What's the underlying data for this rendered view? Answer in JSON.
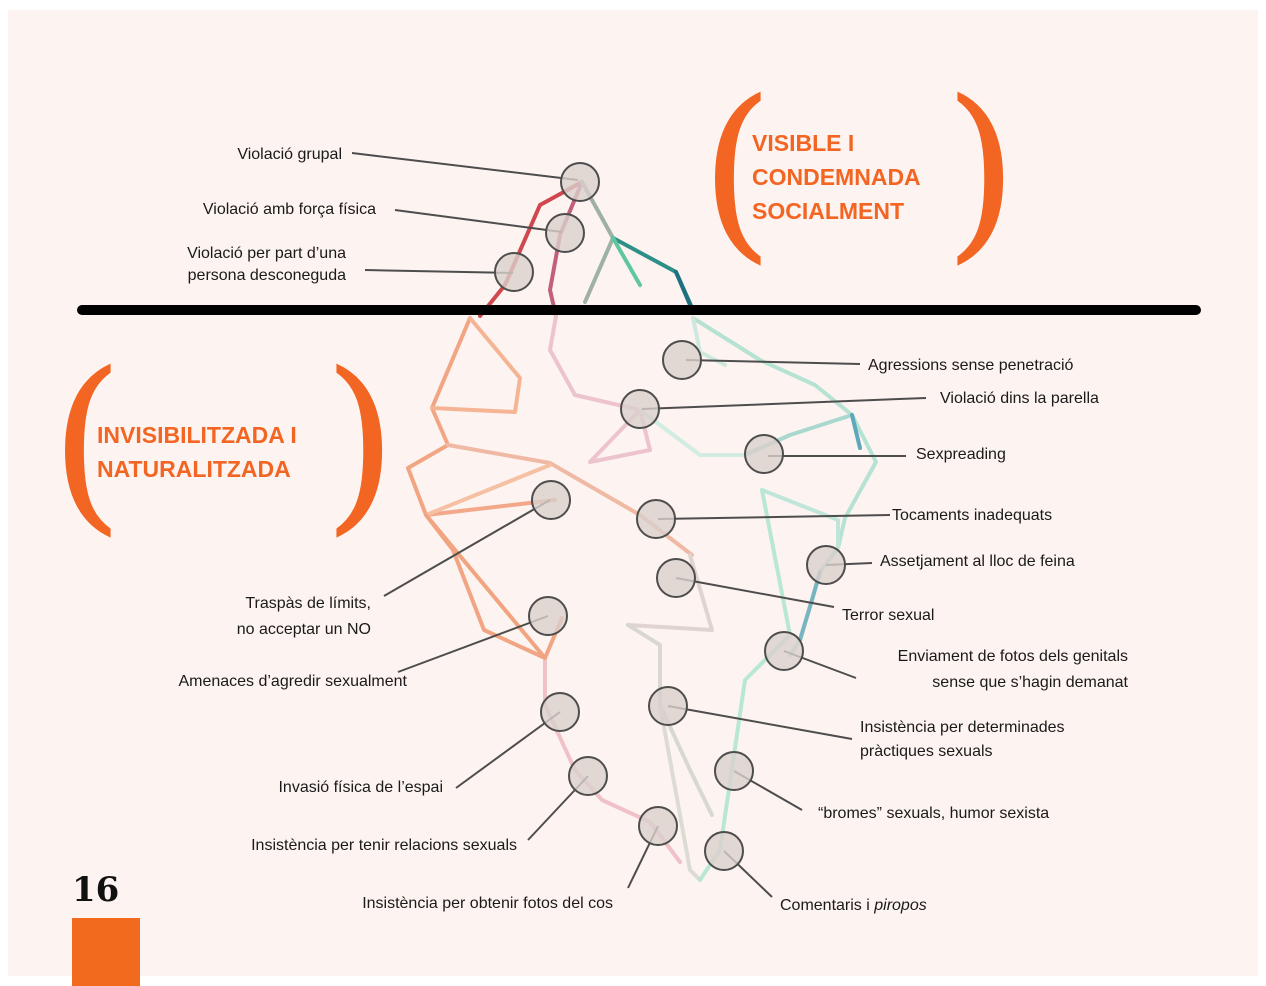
{
  "headings": {
    "visible": [
      "VISIBLE I",
      "CONDEMNADA",
      "SOCIALMENT"
    ],
    "invisible": [
      "INVISIBILITZADA I",
      "NATURALITZADA"
    ]
  },
  "labels": {
    "violacio_grupal": [
      "Violació grupal"
    ],
    "violacio_forca": [
      "Violació amb força física"
    ],
    "violacio_desconeguda": [
      "Violació per part d’una",
      "persona desconeguda"
    ],
    "agressions": [
      "Agressions sense penetració"
    ],
    "violacio_parella": [
      "Violació dins la parella"
    ],
    "sexpreading": [
      "Sexpreading"
    ],
    "tocaments": [
      "Tocaments inadequats"
    ],
    "assetjament": [
      "Assetjament al lloc de feina"
    ],
    "terror": [
      "Terror sexual"
    ],
    "enviament": [
      "Enviament de fotos dels genitals",
      "sense que s’hagin demanat"
    ],
    "insistencia_practiques": [
      "Insistència per determinades",
      "pràctiques sexuals"
    ],
    "bromes": [
      "“bromes” sexuals, humor sexista"
    ],
    "comentaris": "Comentaris i ",
    "comentaris_italic": "piropos",
    "traspas": [
      "Traspàs de límits,",
      "no acceptar un NO"
    ],
    "amenaces": [
      "Amenaces d’agredir sexualment"
    ],
    "invasio": [
      "Invasió física de l’espai"
    ],
    "insistencia_relacions": [
      "Insistència per tenir relacions sexuals"
    ],
    "insistencia_fotos": [
      "Insistència per obtenir fotos del cos"
    ]
  },
  "page_number": "16",
  "colors": {
    "accent": "#f26522",
    "background": "#fdf3f0",
    "node_fill": "#d9cfcc",
    "node_stroke": "#4d4d4d",
    "waterline": "#000000"
  }
}
